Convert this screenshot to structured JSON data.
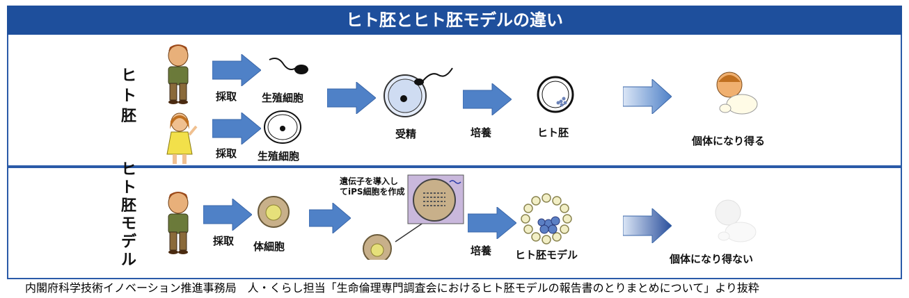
{
  "title": "ヒト胚とヒト胚モデルの違い",
  "row_top": {
    "side_label": [
      "ヒ",
      "ト",
      "胚"
    ],
    "collect_label_1": "採取",
    "collect_label_2": "採取",
    "germ_cell_label_1": "生殖細胞",
    "germ_cell_label_2": "生殖細胞",
    "fertilization_label": "受精",
    "culture_label": "培養",
    "embryo_label": "ヒト胚",
    "outcome_label": "個体になり得る"
  },
  "row_bottom": {
    "side_label": [
      "ヒ",
      "ト",
      "胚",
      "モ",
      "デ",
      "ル"
    ],
    "collect_label": "採取",
    "somatic_cell_label": "体細胞",
    "ips_note": "遺伝子を導入してiPS細胞を作成",
    "culture_label": "培養",
    "model_label": "ヒト胚モデル",
    "outcome_label": "個体になり得ない"
  },
  "footer": "内閣府科学技術イノベーション推進事務局　人・くらし担当「生命倫理専門調査会におけるヒト胚モデルの報告書のとりまとめについて」より抜粋",
  "colors": {
    "title_bg": "#1e4f9c",
    "arrow": "#4f81c7",
    "border": "#2a5aa8"
  }
}
